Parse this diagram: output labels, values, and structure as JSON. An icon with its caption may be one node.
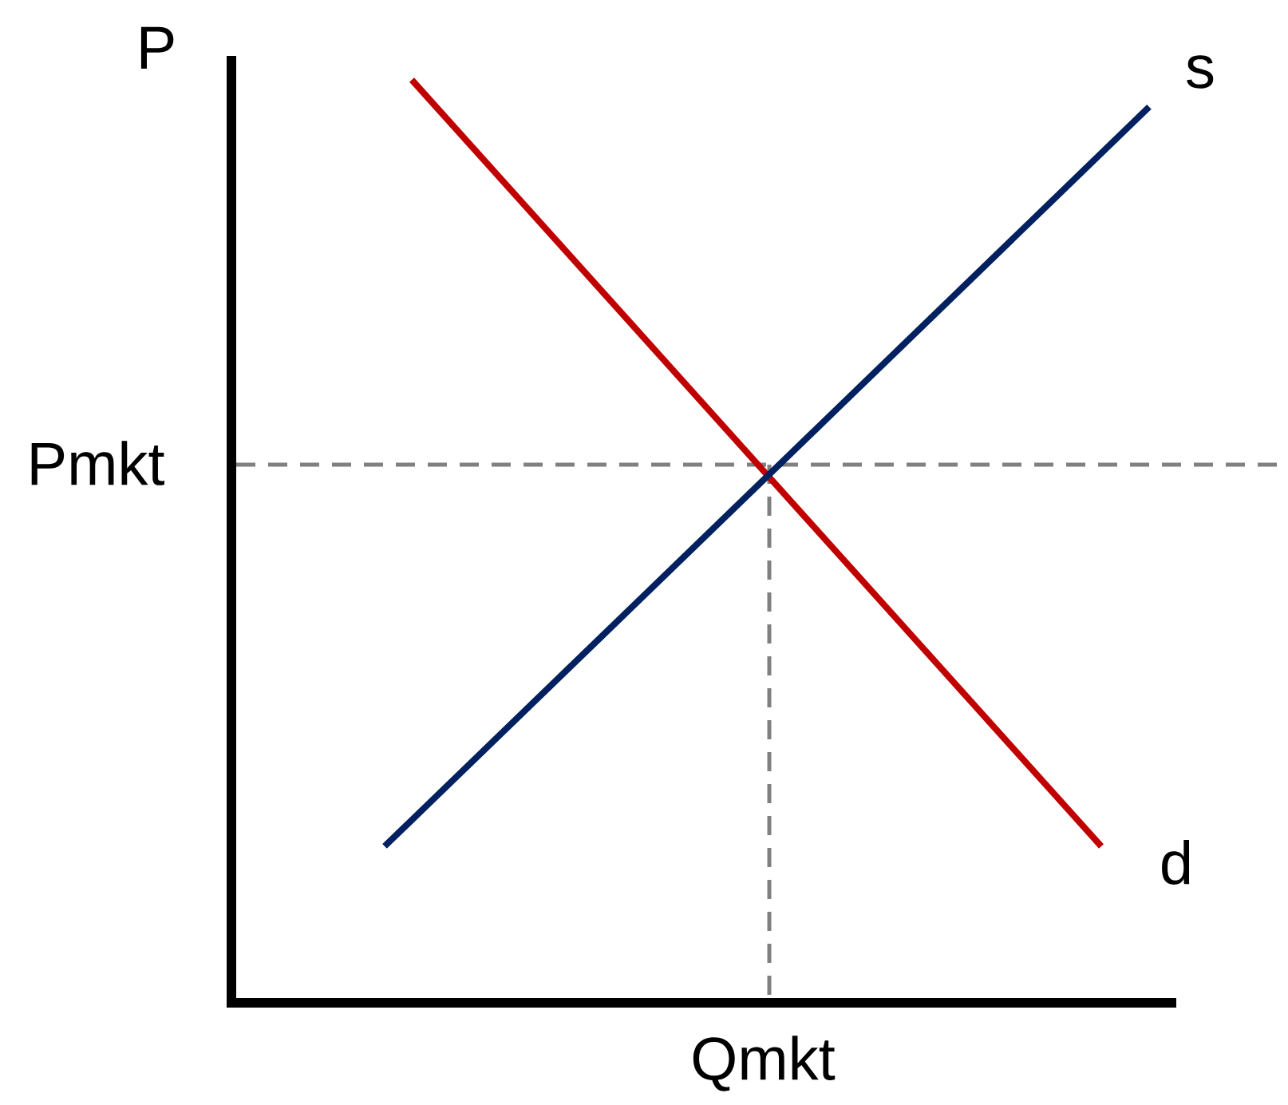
{
  "diagram": {
    "labels": [
      "P",
      "s",
      "Pmkt",
      "d",
      "Qmkt"
    ]
  }
}
